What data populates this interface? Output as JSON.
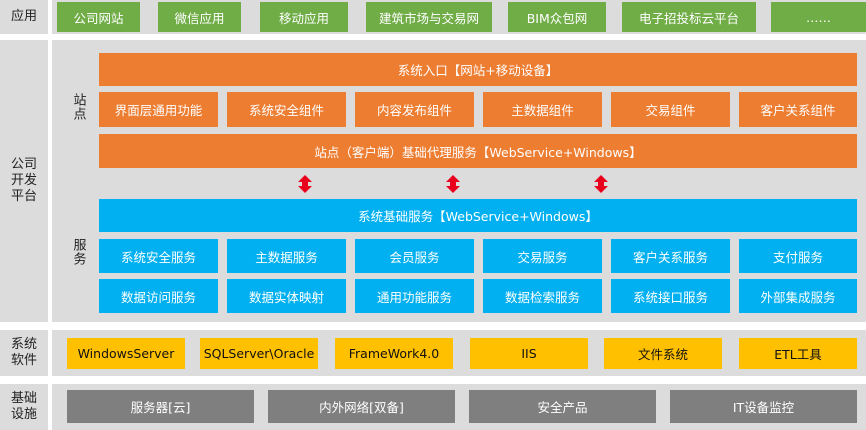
{
  "labels": {
    "app": "应用",
    "platform": "公司\n开发\n平台",
    "station": "站点",
    "service": "服务",
    "syssoft": "系统\n软件",
    "infra": "基础\n设施"
  },
  "apps": [
    "公司网站",
    "微信应用",
    "移动应用",
    "建筑市场与交易网",
    "BIM众包网",
    "电子招投标云平台",
    "……"
  ],
  "station": {
    "entry": "系统入口【网站+移动设备】",
    "components": [
      "界面层通用功能",
      "系统安全组件",
      "内容发布组件",
      "主数据组件",
      "交易组件",
      "客户关系组件"
    ],
    "proxy": "站点（客户端）基础代理服务【WebService+Windows】"
  },
  "service": {
    "base": "系统基础服务【WebService+Windows】",
    "row1": [
      "系统安全服务",
      "主数据服务",
      "会员服务",
      "交易服务",
      "客户关系服务",
      "支付服务"
    ],
    "row2": [
      "数据访问服务",
      "数据实体映射",
      "通用功能服务",
      "数据检索服务",
      "系统接口服务",
      "外部集成服务"
    ]
  },
  "syssoft": [
    "WindowsServer",
    "SQLServer\\Oracle",
    "FrameWork4.0",
    "IIS",
    "文件系统",
    "ETL工具"
  ],
  "infra": [
    "服务器[云]",
    "内外网络[双备]",
    "安全产品",
    "IT设备监控"
  ],
  "colors": {
    "green": "#70ad47",
    "orange": "#ed7d31",
    "blue": "#00b0f0",
    "yellow": "#ffc000",
    "gray": "#7f7f7f",
    "arrow": "#e8001c"
  }
}
